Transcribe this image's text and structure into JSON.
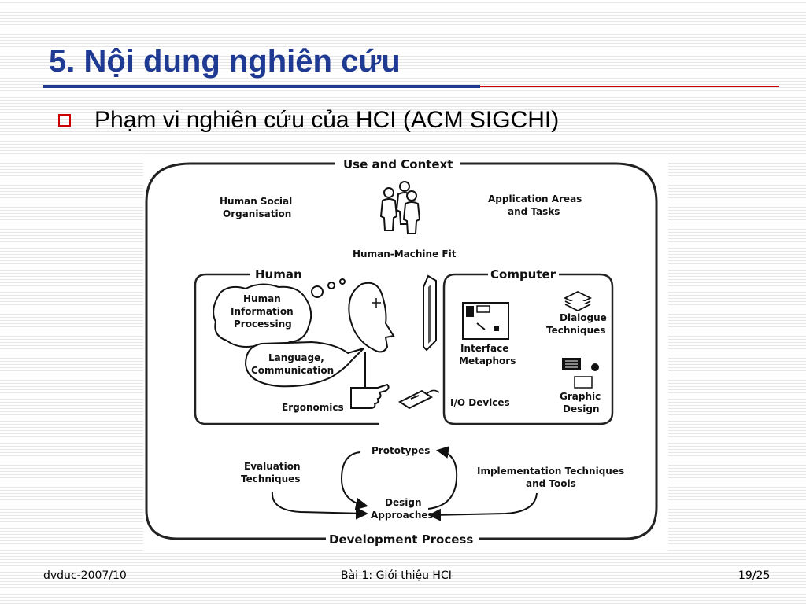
{
  "slide": {
    "title": "5. Nội dung nghiên cứu",
    "bullet": "Phạm vi nghiên cứu của HCI (ACM SIGCHI)"
  },
  "diagram": {
    "use_context": "Use and Context",
    "human_social_1": "Human Social",
    "human_social_2": "Organisation",
    "app_areas_1": "Application Areas",
    "app_areas_2": "and Tasks",
    "hm_fit": "Human-Machine Fit",
    "human": "Human",
    "hip_1": "Human",
    "hip_2": "Information",
    "hip_3": "Processing",
    "lang_1": "Language,",
    "lang_2": "Communication",
    "ergonomics": "Ergonomics",
    "computer": "Computer",
    "dialogue_1": "Dialogue",
    "dialogue_2": "Techniques",
    "interface_1": "Interface",
    "interface_2": "Metaphors",
    "graphic_1": "Graphic",
    "graphic_2": "Design",
    "io_devices": "I/O Devices",
    "prototypes": "Prototypes",
    "evaluation_1": "Evaluation",
    "evaluation_2": "Techniques",
    "implementation_1": "Implementation Techniques",
    "implementation_2": "and Tools",
    "design_1": "Design",
    "design_2": "Approaches",
    "dev_process": "Development Process"
  },
  "footer": {
    "left": "dvduc-2007/10",
    "center": "Bài 1: Giới thiệu HCI",
    "right": "19/25"
  }
}
